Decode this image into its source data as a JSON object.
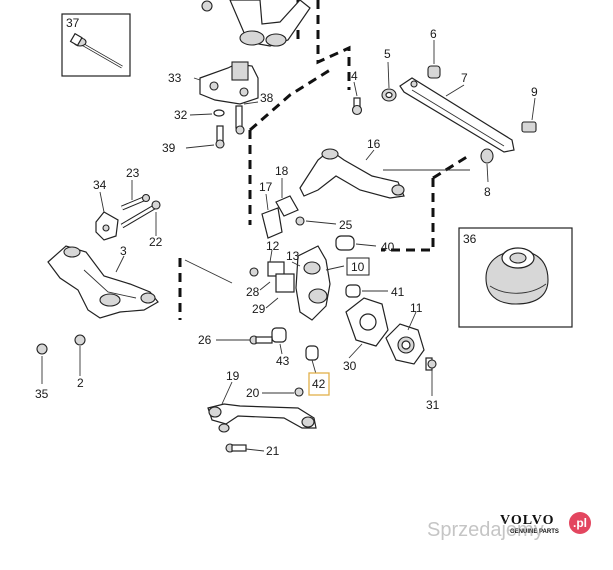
{
  "callouts": {
    "p2": "2",
    "p3": "3",
    "p4": "4",
    "p5": "5",
    "p6": "6",
    "p7": "7",
    "p8": "8",
    "p9": "9",
    "p10": "10",
    "p11": "11",
    "p12": "12",
    "p13": "13",
    "p16": "16",
    "p17": "17",
    "p18": "18",
    "p19": "19",
    "p20": "20",
    "p21": "21",
    "p22": "22",
    "p23": "23",
    "p25": "25",
    "p26": "26",
    "p28": "28",
    "p29": "29",
    "p30": "30",
    "p31": "31",
    "p32": "32",
    "p33": "33",
    "p34": "34",
    "p35": "35",
    "p36": "36",
    "p37": "37",
    "p38": "38",
    "p39": "39",
    "p40": "40",
    "p41": "41",
    "p42": "42",
    "p43": "43"
  },
  "highlight_color": "#e2b04a",
  "brand": {
    "name": "VOLVO",
    "tagline": "GENUINE PARTS"
  },
  "watermark": {
    "text": "Sprzedajemy",
    "badge": ".pl",
    "badge_color": "#e3465f"
  }
}
